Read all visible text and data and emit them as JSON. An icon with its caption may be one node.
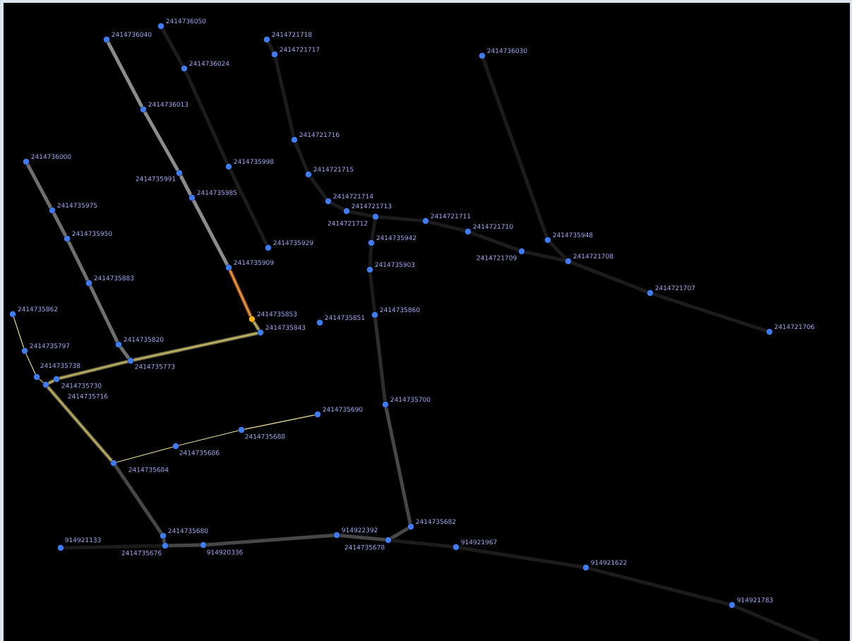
{
  "diagram": {
    "nodes": [
      {
        "text": [],
        "shape": "circle",
        "beside": [
          "2414736050"
        ]
      },
      {
        "text": [],
        "shape": "circle",
        "beside": [
          "2414736040"
        ]
      },
      {
        "text": [],
        "shape": "circle",
        "beside": [
          "2414736024"
        ]
      },
      {
        "text": [],
        "shape": "circle",
        "beside": [
          "2414736013"
        ]
      },
      {
        "text": [],
        "shape": "circle",
        "beside": [
          "2414721718"
        ]
      },
      {
        "text": [],
        "shape": "circle",
        "beside": [
          "2414721717"
        ]
      },
      {
        "text": [],
        "shape": "circle",
        "beside": [
          "2414736030"
        ]
      },
      {
        "text": [],
        "shape": "circle",
        "beside": [
          "2414721716"
        ]
      },
      {
        "text": [],
        "shape": "circle",
        "beside": [
          "2414736000"
        ]
      },
      {
        "text": [],
        "shape": "circle",
        "beside": [
          "2414735991"
        ]
      },
      {
        "text": [],
        "shape": "circle",
        "beside": [
          "2414735998"
        ]
      },
      {
        "text": [],
        "shape": "circle",
        "beside": [
          "2414721715"
        ]
      },
      {
        "text": [],
        "shape": "circle",
        "beside": [
          "2414735985"
        ]
      },
      {
        "text": [],
        "shape": "circle",
        "beside": [
          "2414721714"
        ]
      },
      {
        "text": [],
        "shape": "circle",
        "beside": [
          "2414735975"
        ]
      },
      {
        "text": [],
        "shape": "circle",
        "beside": [
          "2414721713"
        ]
      },
      {
        "text": [],
        "shape": "circle",
        "beside": [
          "2414721712"
        ]
      },
      {
        "text": [],
        "shape": "circle",
        "beside": [
          "2414721711"
        ]
      },
      {
        "text": [],
        "shape": "circle",
        "beside": [
          "2414721710"
        ]
      },
      {
        "text": [],
        "shape": "circle",
        "beside": [
          "2414735950"
        ]
      },
      {
        "text": [],
        "shape": "circle",
        "beside": [
          "2414735948"
        ]
      },
      {
        "text": [],
        "shape": "circle",
        "beside": [
          "2414735942"
        ]
      },
      {
        "text": [],
        "shape": "circle",
        "beside": [
          "2414735929"
        ]
      },
      {
        "text": [],
        "shape": "circle",
        "beside": [
          "2414721709"
        ]
      },
      {
        "text": [],
        "shape": "circle",
        "beside": [
          "2414721708"
        ]
      },
      {
        "text": [],
        "shape": "circle",
        "beside": [
          "2414735909"
        ]
      },
      {
        "text": [],
        "shape": "circle",
        "beside": [
          "2414735903"
        ]
      },
      {
        "text": [],
        "shape": "circle",
        "beside": [
          "2414735883"
        ]
      },
      {
        "text": [],
        "shape": "circle",
        "beside": [
          "2414721707"
        ]
      },
      {
        "text": [],
        "shape": "circle",
        "beside": [
          "2414735862"
        ]
      },
      {
        "text": [],
        "shape": "circle",
        "beside": [
          "2414735860"
        ]
      },
      {
        "text": [],
        "shape": "circle",
        "beside": [
          "2414735853"
        ]
      },
      {
        "text": [],
        "shape": "circle",
        "beside": [
          "2414735851"
        ]
      },
      {
        "text": [],
        "shape": "circle",
        "beside": [
          "2414735843"
        ]
      },
      {
        "text": [],
        "shape": "circle",
        "beside": [
          "2414721706"
        ]
      },
      {
        "text": [],
        "shape": "circle",
        "beside": [
          "2414735820"
        ]
      },
      {
        "text": [],
        "shape": "circle",
        "beside": [
          "2414735797"
        ]
      },
      {
        "text": [],
        "shape": "circle",
        "beside": [
          "2414735773"
        ]
      },
      {
        "text": [],
        "shape": "circle",
        "beside": [
          "2414735738"
        ]
      },
      {
        "text": [],
        "shape": "circle",
        "beside": [
          "2414735730"
        ]
      },
      {
        "text": [],
        "shape": "circle",
        "beside": [
          "2414735716"
        ]
      },
      {
        "text": [],
        "shape": "circle",
        "beside": [
          "2414735700"
        ]
      },
      {
        "text": [],
        "shape": "circle",
        "beside": [
          "2414735690"
        ]
      },
      {
        "text": [],
        "shape": "circle",
        "beside": [
          "2414735688"
        ]
      },
      {
        "text": [],
        "shape": "circle",
        "beside": [
          "2414735686"
        ]
      },
      {
        "text": [],
        "shape": "circle",
        "beside": [
          "2414735684"
        ]
      },
      {
        "text": [],
        "shape": "circle",
        "beside": [
          "2414735682"
        ]
      },
      {
        "text": [],
        "shape": "circle",
        "beside": [
          "2414735680"
        ]
      },
      {
        "text": [],
        "shape": "circle",
        "beside": [
          "914922392"
        ]
      },
      {
        "text": [],
        "shape": "circle",
        "beside": [
          "2414735678"
        ]
      },
      {
        "text": [],
        "shape": "circle",
        "beside": [
          "914921967"
        ]
      },
      {
        "text": [],
        "shape": "circle",
        "beside": [
          "914921133"
        ]
      },
      {
        "text": [],
        "shape": "circle",
        "beside": [
          "2414735676"
        ]
      },
      {
        "text": [],
        "shape": "circle",
        "beside": [
          "914920336"
        ]
      },
      {
        "text": [],
        "shape": "circle",
        "beside": [
          "914921622"
        ]
      },
      {
        "text": [],
        "shape": "circle",
        "beside": [
          "914921783"
        ]
      }
    ],
    "edges": [
      {
        "from": 0,
        "to": 2,
        "arrow": "none"
      },
      {
        "from": 2,
        "to": 10,
        "arrow": "none"
      },
      {
        "from": 10,
        "to": 22,
        "arrow": "none"
      },
      {
        "from": 4,
        "to": 5,
        "arrow": "none"
      },
      {
        "from": 5,
        "to": 7,
        "arrow": "none"
      },
      {
        "from": 7,
        "to": 11,
        "arrow": "none"
      },
      {
        "from": 11,
        "to": 13,
        "arrow": "none"
      },
      {
        "from": 13,
        "to": 15,
        "arrow": "none"
      },
      {
        "from": 15,
        "to": 16,
        "arrow": "none"
      },
      {
        "from": 16,
        "to": 17,
        "arrow": "none"
      },
      {
        "from": 17,
        "to": 18,
        "arrow": "none"
      },
      {
        "from": 18,
        "to": 23,
        "arrow": "none"
      },
      {
        "from": 23,
        "to": 24,
        "arrow": "none"
      },
      {
        "from": 24,
        "to": 28,
        "arrow": "none"
      },
      {
        "from": 28,
        "to": 34,
        "arrow": "none"
      },
      {
        "from": 6,
        "to": 20,
        "arrow": "none"
      },
      {
        "from": 20,
        "to": 24,
        "arrow": "none"
      },
      {
        "from": 16,
        "to": 21,
        "arrow": "none"
      },
      {
        "from": 21,
        "to": 26,
        "arrow": "none"
      },
      {
        "from": 26,
        "to": 30,
        "arrow": "none"
      },
      {
        "from": 1,
        "to": 3,
        "arrow": "none",
        "color": "#8c8c8c"
      },
      {
        "from": 3,
        "to": 9,
        "arrow": "none",
        "color": "#8c8c8c"
      },
      {
        "from": 9,
        "to": 12,
        "arrow": "none",
        "color": "#8c8c8c"
      },
      {
        "from": 12,
        "to": 25,
        "arrow": "none",
        "color": "#8c8c8c"
      },
      {
        "from": 8,
        "to": 14,
        "arrow": "none",
        "color": "#6f6f6f"
      },
      {
        "from": 14,
        "to": 19,
        "arrow": "none",
        "color": "#6f6f6f"
      },
      {
        "from": 19,
        "to": 27,
        "arrow": "none",
        "color": "#6f6f6f"
      },
      {
        "from": 27,
        "to": 35,
        "arrow": "none",
        "color": "#6f6f6f"
      },
      {
        "from": 35,
        "to": 37,
        "arrow": "none",
        "color": "#6f6f6f"
      },
      {
        "from": 25,
        "to": 31,
        "arrow": "none",
        "color": "#b4541e"
      },
      {
        "from": 31,
        "to": 33,
        "arrow": "none",
        "color": "#7b7450"
      },
      {
        "from": 33,
        "to": 37,
        "arrow": "none",
        "color": "#7b7450"
      },
      {
        "from": 37,
        "to": 39,
        "arrow": "none",
        "color": "#7b7450"
      },
      {
        "from": 39,
        "to": 40,
        "arrow": "none",
        "color": "#7b7450"
      },
      {
        "from": 40,
        "to": 45,
        "arrow": "none",
        "color": "#7b7450"
      },
      {
        "from": 29,
        "to": 36,
        "arrow": "none",
        "color": "#f0e19a"
      },
      {
        "from": 36,
        "to": 38,
        "arrow": "none",
        "color": "#f0e19a"
      },
      {
        "from": 38,
        "to": 40,
        "arrow": "none",
        "color": "#f0e19a"
      },
      {
        "from": 45,
        "to": 44,
        "arrow": "none",
        "color": "#f0e19a"
      },
      {
        "from": 44,
        "to": 43,
        "arrow": "none",
        "color": "#f0e19a"
      },
      {
        "from": 43,
        "to": 42,
        "arrow": "none",
        "color": "#f0e19a"
      },
      {
        "from": 30,
        "to": 41,
        "arrow": "none",
        "color": "#2e2e2e"
      },
      {
        "from": 45,
        "to": 47,
        "arrow": "none",
        "color": "#474747"
      },
      {
        "from": 47,
        "to": 52,
        "arrow": "none",
        "color": "#474747"
      },
      {
        "from": 52,
        "to": 53,
        "arrow": "none",
        "color": "#474747"
      },
      {
        "from": 53,
        "to": 48,
        "arrow": "none",
        "color": "#474747"
      },
      {
        "from": 48,
        "to": 49,
        "arrow": "none",
        "color": "#474747"
      },
      {
        "from": 49,
        "to": 46,
        "arrow": "none",
        "color": "#474747"
      },
      {
        "from": 46,
        "to": 41,
        "arrow": "none",
        "color": "#474747"
      },
      {
        "from": 51,
        "to": 52,
        "arrow": "none"
      },
      {
        "from": 49,
        "to": 50,
        "arrow": "none"
      },
      {
        "from": 50,
        "to": 54,
        "arrow": "none"
      },
      {
        "from": 54,
        "to": 55,
        "arrow": "none"
      },
      {
        "from": 55,
        "to": null,
        "arrow": "none"
      }
    ]
  }
}
